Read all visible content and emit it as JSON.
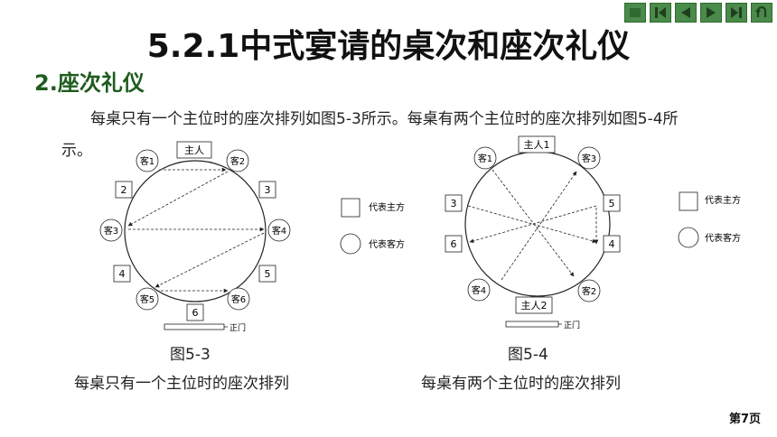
{
  "header": {
    "title": "5.2.1中式宴请的桌次和座次礼仪",
    "subtitle": "2.座次礼仪"
  },
  "nav": {
    "icons": [
      "home-icon",
      "first-page-icon",
      "prev-page-icon",
      "next-page-icon",
      "last-page-icon",
      "return-icon"
    ],
    "color": "#4a8a4a"
  },
  "body": {
    "paragraph": "每桌只有一个主位时的座次排列如图5-3所示。每桌有两个主位时的座次排列如图5-4所示。"
  },
  "figure_5_3": {
    "host": "主人",
    "guests": [
      "客1",
      "客2",
      "客3",
      "客4",
      "客5",
      "客6"
    ],
    "hosts_side": [
      "2",
      "3",
      "4",
      "5",
      "6"
    ],
    "door": "正门",
    "legend_host": "代表主方",
    "legend_guest": "代表客方",
    "label": "图5-3",
    "caption": "每桌只有一个主位时的座次排列"
  },
  "figure_5_4": {
    "hosts": [
      "主人1",
      "主人2"
    ],
    "guests": [
      "客1",
      "客2",
      "客3",
      "客4"
    ],
    "hosts_side": [
      "3",
      "4",
      "5",
      "6"
    ],
    "door": "正门",
    "legend_host": "代表主方",
    "legend_guest": "代表客方",
    "label": "图5-4",
    "caption": "每桌有两个主位时的座次排列"
  },
  "footer": {
    "page": "第7页"
  }
}
